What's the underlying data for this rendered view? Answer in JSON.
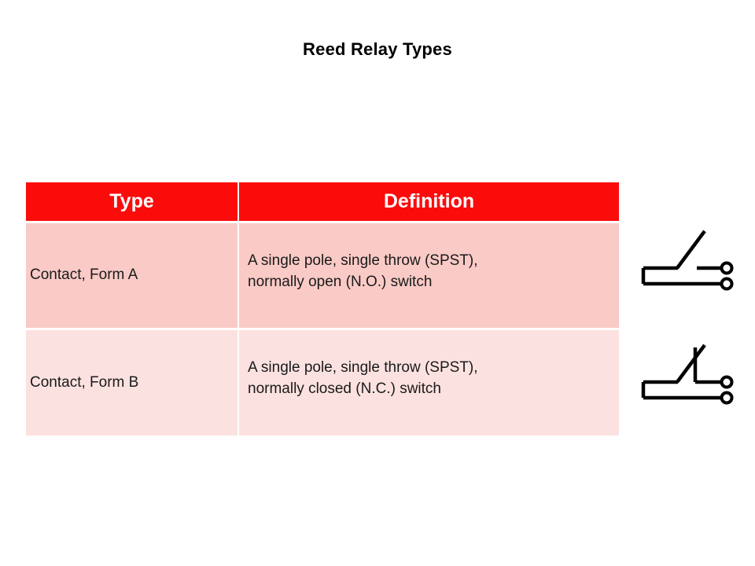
{
  "slide": {
    "title": "Reed Relay Types",
    "background_color": "#FFFFFF"
  },
  "table": {
    "header_color": "#FC0B0B",
    "header_text_color": "#FFFFFF",
    "row_colors": [
      "#F9CAC6",
      "#FBE2E0"
    ],
    "columns": [
      "Type",
      "Definition"
    ],
    "rows": [
      {
        "type": "Contact, Form A",
        "definition": "A single pole, single throw (SPST), normally open (N.O.) switch",
        "definition_line1": "A single pole, single throw (SPST),",
        "definition_line2": "normally open (N.O.) switch",
        "symbol": "spst-normally-open-switch-symbol"
      },
      {
        "type": "Contact, Form B",
        "definition": "A single pole, single throw (SPST), normally closed (N.C.) switch",
        "definition_line1": "A single pole, single throw (SPST),",
        "definition_line2": "normally closed (N.C.) switch",
        "symbol": "spst-normally-closed-switch-symbol"
      }
    ]
  },
  "symbols": {
    "stroke_color": "#000000",
    "form_a_label": "normally open switch schematic",
    "form_b_label": "normally closed switch schematic"
  }
}
